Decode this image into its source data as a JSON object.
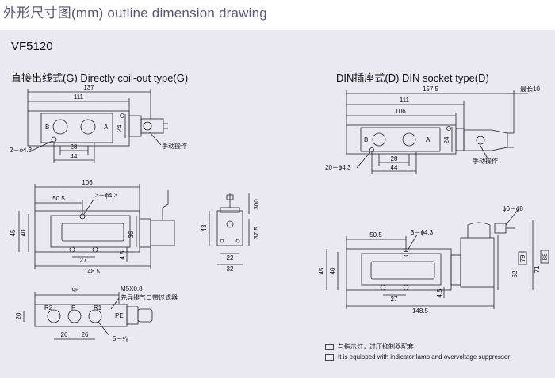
{
  "title": "外形尺寸图(mm)  outline dimension drawing",
  "model": "VF5120",
  "sections": {
    "left": "直接出线式(G)    Directly coil-out type(G)",
    "right": "DIN插座式(D)    DIN socket type(D)"
  },
  "left_top": {
    "d137": "137",
    "d111": "111",
    "d28": "28",
    "d44": "44",
    "d24": "24",
    "hole": "2－ϕ4.3",
    "manual": "手动操作",
    "portB": "B",
    "portA": "A"
  },
  "left_mid": {
    "d106": "106",
    "d50_5": "50.5",
    "hole": "3－ϕ4.3",
    "d45": "45",
    "d40": "40",
    "d36": "36",
    "d4_5": "4.5",
    "d27": "27",
    "d148_5": "148.5"
  },
  "left_side": {
    "d43": "43",
    "d300": "300",
    "d37_5": "37.5",
    "d22": "22",
    "d32": "32"
  },
  "left_bottom": {
    "d95": "95",
    "thread": "M5X0.8",
    "pilot": "先导排气口带过滤器",
    "d26a": "26",
    "d26b": "26",
    "d20": "20",
    "port": "5－¹⁄₈",
    "lbl_r2": "R2",
    "lbl_p": "P",
    "lbl_r1": "R1",
    "lbl_pe": "PE"
  },
  "right_top": {
    "d157_5": "157.5",
    "d111": "111",
    "d106": "106",
    "d28": "28",
    "d44": "44",
    "d24": "24",
    "maxlen": "最长10",
    "hole": "20－ϕ4.3",
    "manual": "手动操作",
    "portB": "B",
    "portA": "A"
  },
  "right_bottom": {
    "d50_5": "50.5",
    "hole": "3－ϕ4.3",
    "cable": "ϕ6－ϕ8",
    "d45": "45",
    "d40": "40",
    "d4_5": "4.5",
    "d27": "27",
    "d148_5": "148.5",
    "d62": "62",
    "d79": "79",
    "d71": "71",
    "d88": "88"
  },
  "notes": [
    "与指示灯，过压抑制器配套",
    "It is equipped with indicator lamp and overvoltage suppressor"
  ]
}
